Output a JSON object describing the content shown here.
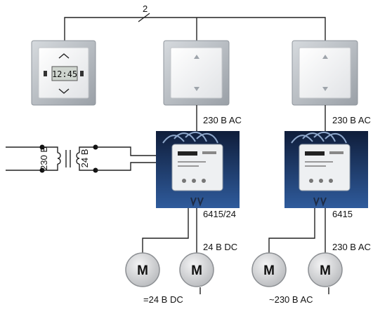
{
  "bus": {
    "wire_count": "2"
  },
  "switches": [
    {
      "id": "thermostat",
      "display": "12:45"
    },
    {
      "id": "push-button-1"
    },
    {
      "id": "push-button-2"
    }
  ],
  "actuators": [
    {
      "supply_label": "230 B AC",
      "model": "6415/24",
      "output_label": "24 B DC"
    },
    {
      "supply_label": "230 B AC",
      "model": "6415",
      "output_label": "230 B AC"
    }
  ],
  "transformer": {
    "primary_label": "230 B",
    "secondary_label": "24 B"
  },
  "motors": [
    {
      "symbol": "M"
    },
    {
      "symbol": "M"
    },
    {
      "symbol": "M"
    },
    {
      "symbol": "M"
    }
  ],
  "motor_groups": [
    {
      "label": "=24 B DC"
    },
    {
      "label": "~230 B AC"
    }
  ],
  "colors": {
    "frame": "#b9bec4",
    "panel": "#f3f4f6",
    "module_bg": "#1e3a6e",
    "motor": "#d9dadc",
    "wire": "#222222"
  }
}
